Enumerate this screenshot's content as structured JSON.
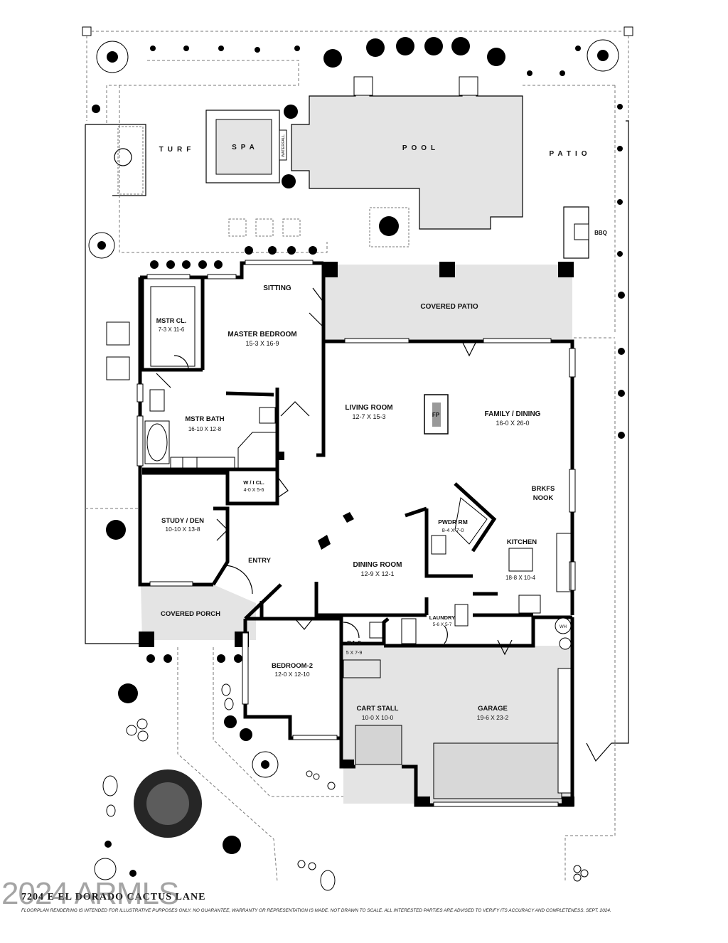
{
  "outdoor": {
    "turf": "TURF",
    "spa": "SPA",
    "waterfall": "WATERFALL",
    "pool": "POOL",
    "patio": "PATIO",
    "bbq": "BBQ"
  },
  "rooms": {
    "sitting": {
      "name": "SITTING"
    },
    "covered_patio": {
      "name": "COVERED PATIO"
    },
    "mstr_closet": {
      "name": "MSTR CL.",
      "dims": "7-3 X 11-6"
    },
    "master_bedroom": {
      "name": "MASTER BEDROOM",
      "dims": "15-3  X  16-9"
    },
    "mstr_bath": {
      "name": "MSTR BATH",
      "dims": "16-10 X 12-8"
    },
    "wi_closet": {
      "name": "W / I  CL.",
      "dims": "4-0 X 5-6"
    },
    "living_room": {
      "name": "LIVING ROOM",
      "dims": "12-7  X  15-3"
    },
    "fireplace": {
      "name": "FP"
    },
    "family_dining": {
      "name": "FAMILY / DINING",
      "dims": "16-0  X  26-0"
    },
    "brkfs_nook": {
      "line1": "BRKFS",
      "line2": "NOOK"
    },
    "study_den": {
      "name": "STUDY / DEN",
      "dims": "10-10  X  13-8"
    },
    "entry": {
      "name": "ENTRY"
    },
    "pwdr_rm": {
      "name": "PWDR RM",
      "dims": "8-4 X 7-0"
    },
    "kitchen": {
      "name": "KITCHEN",
      "dims": "18-8 X 10-4"
    },
    "dining_room": {
      "name": "DINING ROOM",
      "dims": "12-9  X  12-1"
    },
    "covered_porch": {
      "name": "COVERED PORCH"
    },
    "laundry": {
      "name": "LAUNDRY",
      "dims": "5-6 X 5-7"
    },
    "water_heater": {
      "name": "WH"
    },
    "ba2": {
      "name": "BA-2",
      "dims": "5 X 7-9"
    },
    "bedroom2": {
      "name": "BEDROOM-2",
      "dims": "12-0 X 12-10"
    },
    "cart_stall": {
      "name": "CART STALL",
      "dims": "10-0 X 10-0"
    },
    "garage": {
      "name": "GARAGE",
      "dims": "19-6 X 23-2"
    }
  },
  "footer": {
    "address": "7204 E EL DORADO CACTUS LANE",
    "disclaimer": "FLOORPLAN RENDERING IS INTENDED FOR ILLUSTRATIVE PURPOSES ONLY.  NO GUARANTEE, WARRANTY OR REPRESENTATION IS MADE.  NOT DRAWN TO SCALE.  ALL INTERESTED PARTIES ARE ADVISED TO VERIFY ITS ACCURACY AND COMPLETENESS. SEPT. 2024.",
    "watermark": "2024 ARMLS"
  },
  "colors": {
    "wall": "#000000",
    "shaded_area": "#e4e4e4",
    "line": "#777777"
  }
}
